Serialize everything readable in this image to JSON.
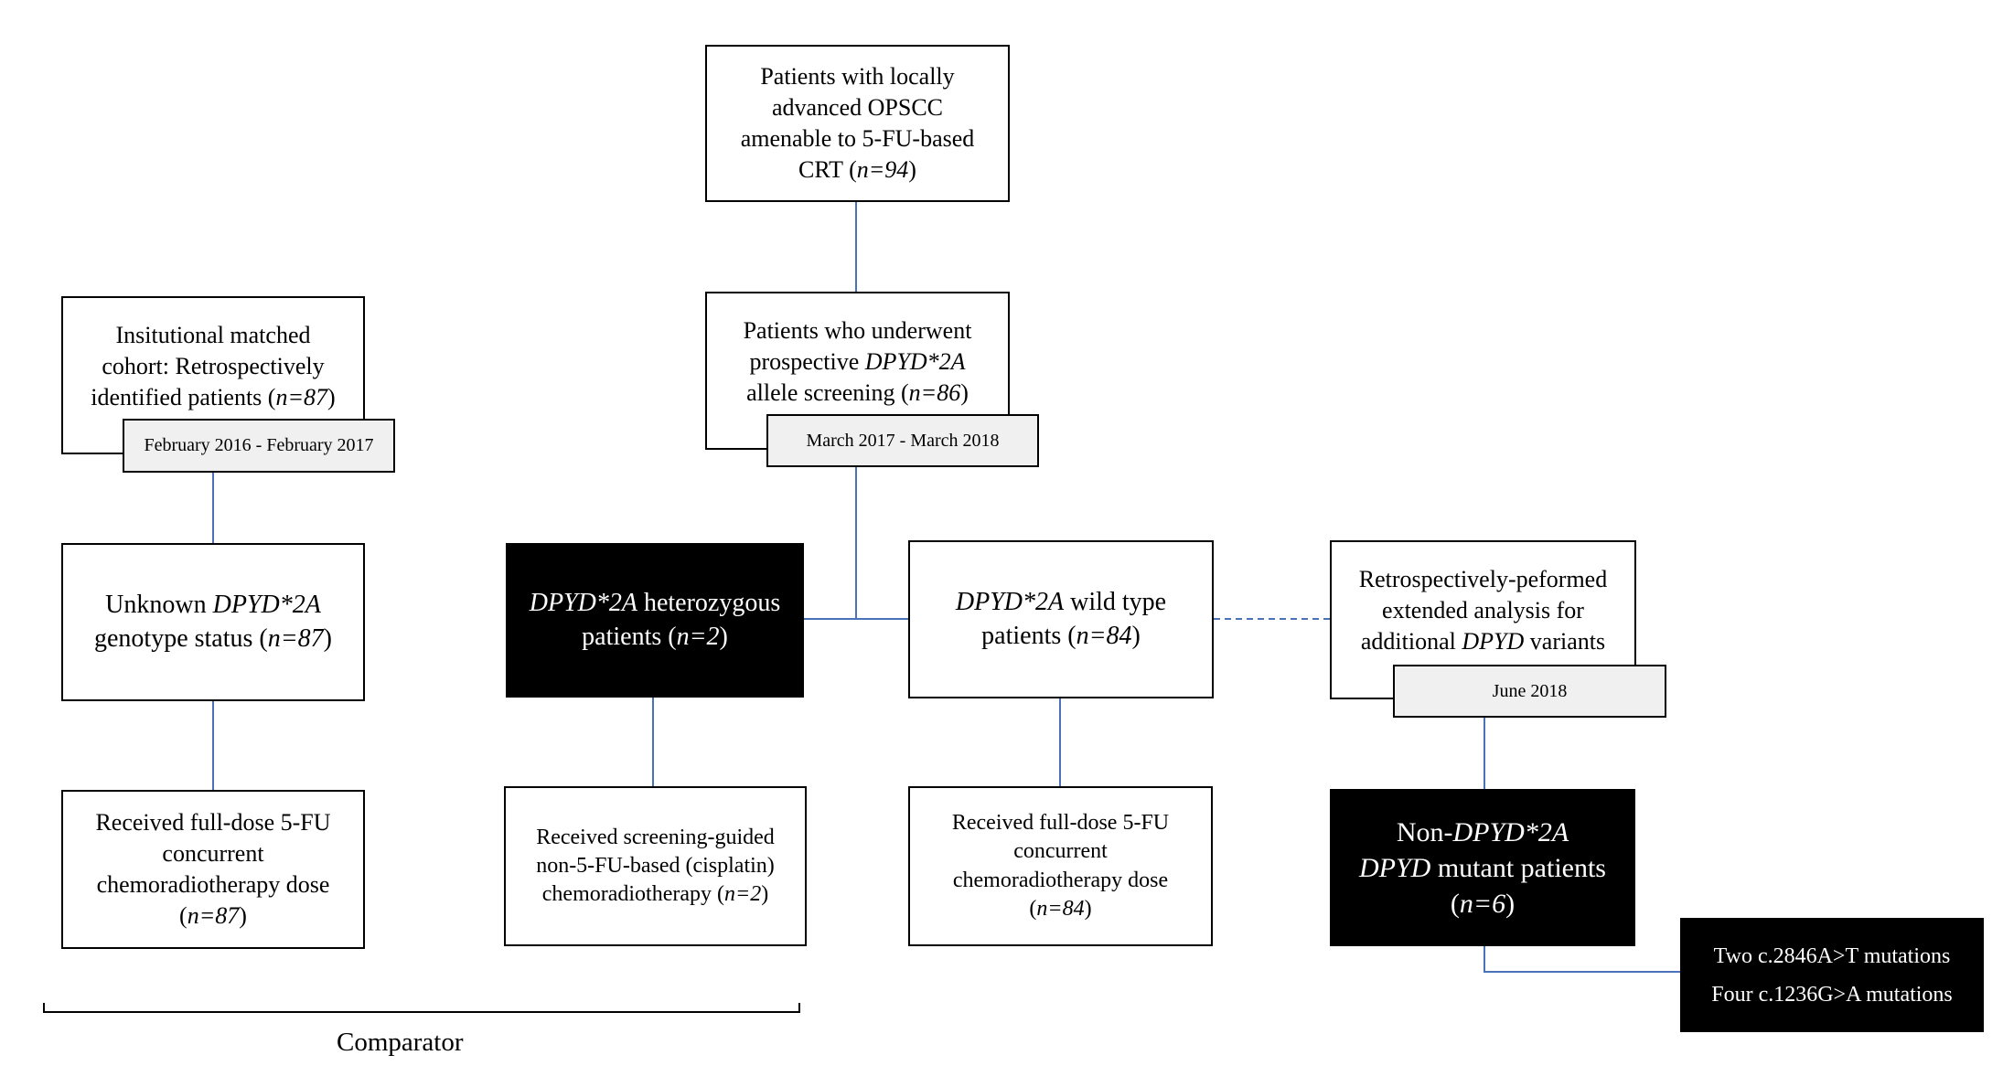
{
  "nodes": {
    "top": {
      "lines": [
        "Patients with locally",
        "advanced OPSCC",
        "amenable to 5-FU-based",
        "CRT (n=94)"
      ]
    },
    "screening": {
      "lines": [
        "Patients who underwent",
        "prospective DPYD*2A",
        "allele screening (n=86)"
      ],
      "tag": "March 2017 - March 2018"
    },
    "cohort": {
      "lines": [
        "Insitutional matched",
        "cohort: Retrospectively",
        "identified patients (n=87)"
      ],
      "tag": "February 2016 - February 2017"
    },
    "unknown": {
      "lines": [
        "Unknown DPYD*2A",
        "genotype status (n=87)"
      ]
    },
    "heterozygous": {
      "lines": [
        "DPYD*2A heterozygous",
        "patients (n=2)"
      ]
    },
    "wildtype": {
      "lines": [
        "DPYD*2A wild type",
        "patients (n=84)"
      ]
    },
    "extended": {
      "lines": [
        "Retrospectively-peformed",
        "extended analysis for",
        "additional DPYD variants"
      ],
      "tag": "June 2018"
    },
    "full_dose_unknown": {
      "lines": [
        "Received full-dose 5-FU",
        "concurrent",
        "chemoradiotherapy dose",
        "(n=87)"
      ]
    },
    "screening_guided": {
      "lines": [
        "Received screening-guided",
        "non-5-FU-based (cisplatin)",
        "chemoradiotherapy (n=2)"
      ]
    },
    "full_dose_wildtype": {
      "lines": [
        "Received full-dose 5-FU",
        "concurrent",
        "chemoradiotherapy dose",
        "(n=84)"
      ]
    },
    "non_mutant": {
      "lines": [
        "Non-DPYD*2A",
        "DPYD mutant patients",
        "(n=6)"
      ]
    },
    "mutations": {
      "lines": [
        "Two c.2846A>T mutations",
        "Four c.1236G>A mutations"
      ]
    }
  },
  "comparator_label": "Comparator",
  "colors": {
    "connector": "#4a72b8",
    "dark_box": "#000000",
    "tag_fill": "#f0f0f0"
  }
}
